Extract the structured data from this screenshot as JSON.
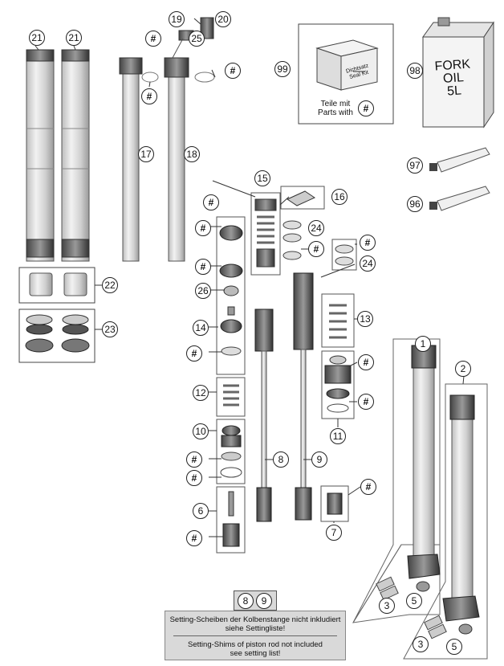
{
  "kit_box": {
    "label_de": "Dichtsatz",
    "label_en": "Seal Kit",
    "text_de": "Teile mit",
    "text_en": "Parts with",
    "marker": "#"
  },
  "oil_can": {
    "line1": "FORK",
    "line2": "OIL",
    "line3": "5L"
  },
  "callouts": {
    "c1": "1",
    "c2": "2",
    "c3a": "3",
    "c3b": "3",
    "c5a": "5",
    "c5b": "5",
    "c6": "6",
    "c7": "7",
    "c8": "8",
    "c9": "9",
    "c10": "10",
    "c11": "11",
    "c12": "12",
    "c13": "13",
    "c14": "14",
    "c15": "15",
    "c16": "16",
    "c17": "17",
    "c18": "18",
    "c19": "19",
    "c20": "20",
    "c21a": "21",
    "c21b": "21",
    "c22": "22",
    "c23": "23",
    "c24a": "24",
    "c24b": "24",
    "c25": "25",
    "c26": "26",
    "c96": "96",
    "c97": "97",
    "c98": "98",
    "c99": "99",
    "hash": "#"
  },
  "note": {
    "refs": [
      "8",
      "9"
    ],
    "text_de_1": "Setting-Scheiben der Kolbenstange nicht inkludiert",
    "text_de_2": "siehe Settingliste!",
    "text_en_1": "Setting-Shims of piston rod not included",
    "text_en_2": "see setting list!"
  }
}
